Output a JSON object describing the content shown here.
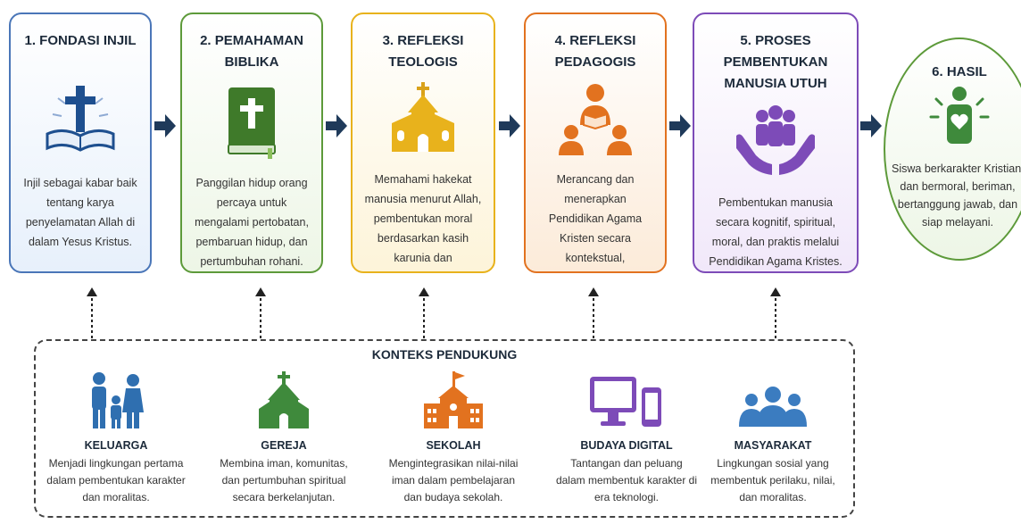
{
  "stages": [
    {
      "title": "1. FONDASI INJIL",
      "icon": "cross-bible-icon",
      "color": "#4a76b8",
      "desc": "Injil sebagai kabar baik tentang karya penyelamatan Allah di dalam Yesus Kristus."
    },
    {
      "title": "2. PEMAHAMAN BIBLIKA",
      "icon": "bible-icon",
      "color": "#5d9a3a",
      "desc": "Panggilan hidup orang percaya untuk mengalami pertobatan, pembaruan hidup, dan pertumbuhan rohani."
    },
    {
      "title": "3. REFLEKSI TEOLOGIS",
      "icon": "church-icon",
      "color": "#e8b21c",
      "desc": "Memahami hakekat manusia menurut Allah, pembentukan moral berdasarkan kasih karunia dan pengudusan."
    },
    {
      "title": "4. REFLEKSI PEDAGOGIS",
      "icon": "teacher-students-icon",
      "color": "#e2721f",
      "desc": "Merancang dan menerapkan Pendidikan Agama Kristen secara kontekstual, transformatif, dan berpusat pada Kristus."
    },
    {
      "title": "5. PROSES PEMBENTUKAN MANUSIA UTUH",
      "icon": "hands-people-icon",
      "color": "#7d4bb8",
      "desc": "Pembentukan manusia secara kognitif, spiritual, moral, dan praktis melalui Pendidikan Agama Kristes."
    }
  ],
  "result": {
    "title": "6. HASIL",
    "icon": "person-heart-icon",
    "color": "#5d9a3a",
    "desc": "Siswa berkarakter Kristiani dan bermoral, beriman, bertanggung jawab, dan siap melayani."
  },
  "support": {
    "title": "KONTEKS PENDUKUNG",
    "items": [
      {
        "title": "KELUARGA",
        "icon": "family-icon",
        "color": "#2f6fb0",
        "desc": "Menjadi lingkungan pertama dalam pembentukan karakter dan moralitas."
      },
      {
        "title": "GEREJA",
        "icon": "church-icon",
        "color": "#3f8a3c",
        "desc": "Membina iman, komunitas, dan pertumbuhan spiritual secara berkelanjutan."
      },
      {
        "title": "SEKOLAH",
        "icon": "school-icon",
        "color": "#e2721f",
        "desc": "Mengintegrasikan nilai-nilai iman dalam pembelajaran dan budaya sekolah."
      },
      {
        "title": "BUDAYA DIGITAL",
        "icon": "devices-icon",
        "color": "#7d4bb8",
        "desc": "Tantangan dan peluang dalam membentuk karakter di era teknologi."
      },
      {
        "title": "MASYARAKAT",
        "icon": "community-icon",
        "color": "#3b7cc0",
        "desc": "Lingkungan sosial yang membentuk perilaku, nilai, dan moralitas."
      }
    ]
  },
  "colors": {
    "arrow": "#1f3a5a"
  }
}
